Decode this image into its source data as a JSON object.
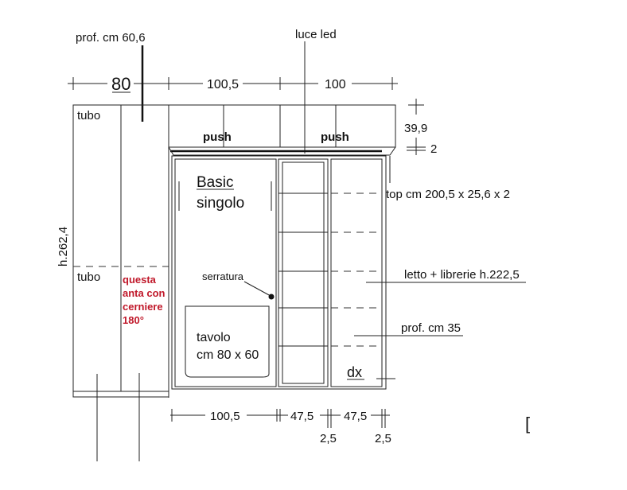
{
  "labels": {
    "depth_total": "prof. cm 60,6",
    "led": "luce led",
    "width_left": "80",
    "width_mid": "100,5",
    "width_right": "100",
    "height_top": "39,9",
    "thickness_top": "2",
    "push_left": "push",
    "push_right": "push",
    "tube_top": "tubo",
    "tube_mid": "tubo",
    "height_total": "h.262,4",
    "bed_title": "Basic",
    "bed_subtitle": "singolo",
    "lock": "serratura",
    "table_line1": "tavolo",
    "table_line2": "cm 80 x 60",
    "top_spec": "top cm 200,5 x 25,6 x 2",
    "bed_shelves": "letto + librerie h.222,5",
    "shelf_depth": "prof. cm 35",
    "side": "dx",
    "hinge_note": [
      "questa",
      "anta con",
      "cerniere",
      "180°"
    ],
    "bottom_bed": "100,5",
    "bottom_shelf1": "47,5",
    "bottom_shelf2": "47,5",
    "bottom_gap1": "2,5",
    "bottom_gap2": "2,5",
    "bracket": "["
  },
  "colors": {
    "note": "#c0182a"
  }
}
